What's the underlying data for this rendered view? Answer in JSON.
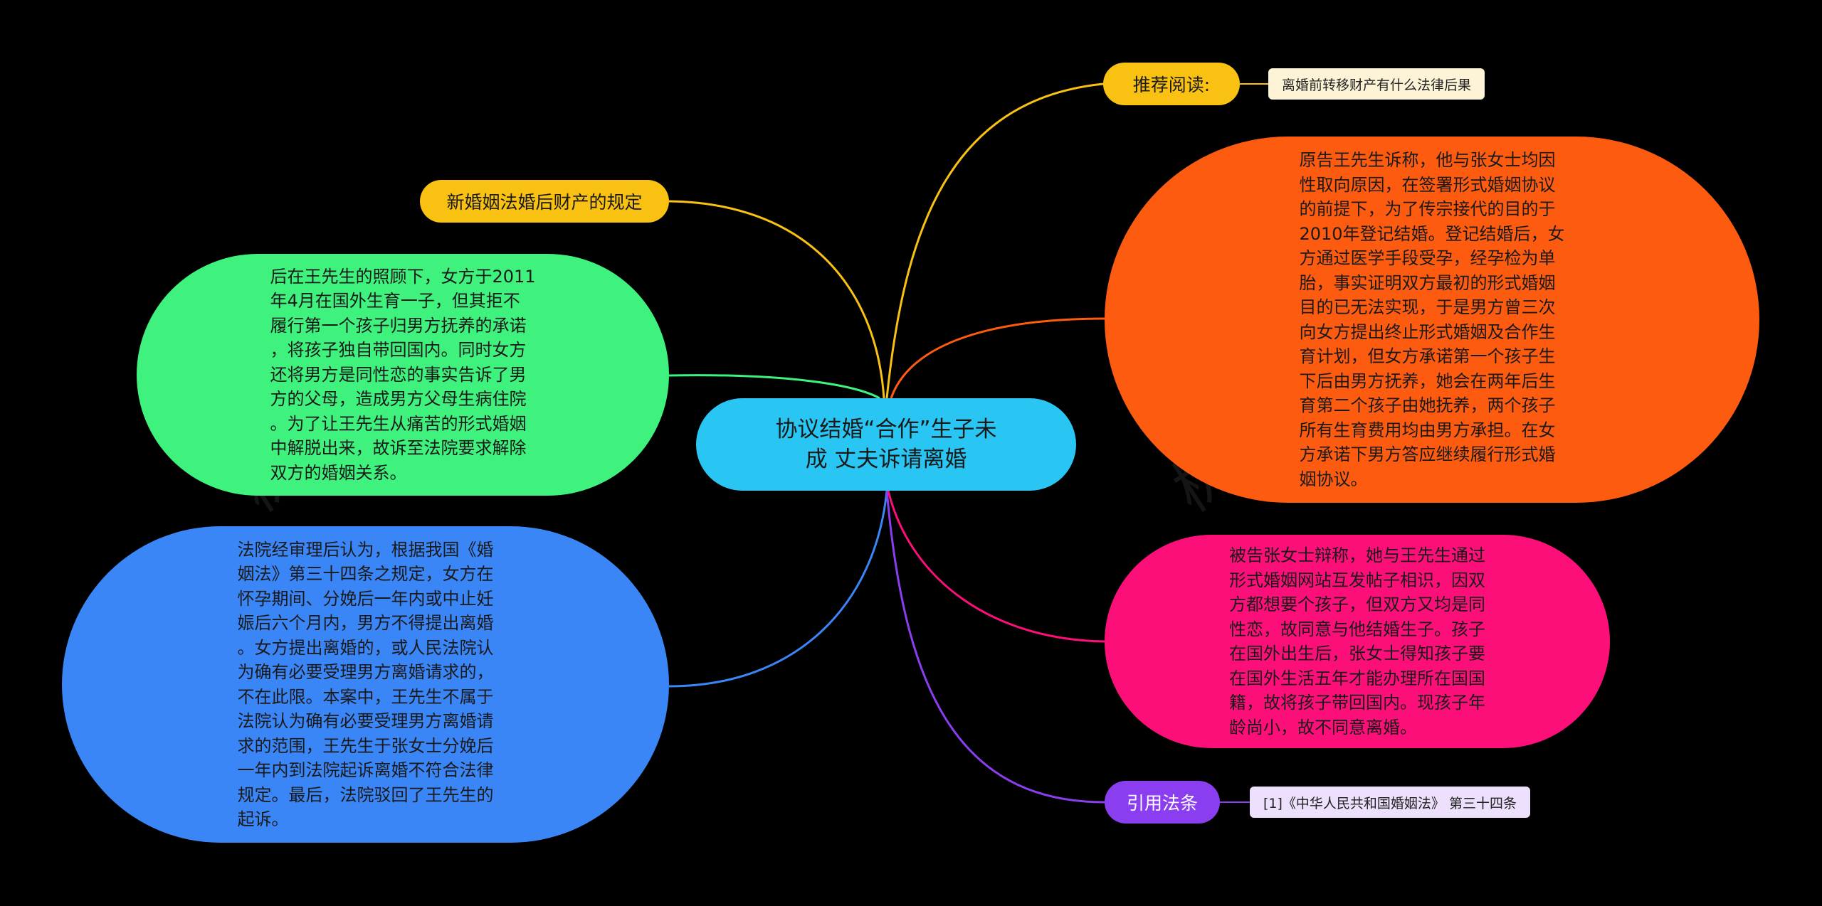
{
  "center": {
    "line1": "协议结婚“合作”生子未",
    "line2": "成 丈夫诉请离婚",
    "color": "#29c6f3"
  },
  "nodes": {
    "recommend": {
      "label": "推荐阅读:",
      "color": "#f9c112"
    },
    "recommend_link": {
      "label": "离婚前转移财产有什么法律后果",
      "color": "#fdf3d6"
    },
    "new_marriage": {
      "label": "新婚姻法婚后财产的规定",
      "color": "#f9c112"
    },
    "green": {
      "lines": [
        "后在王先生的照顾下，女方于2011",
        "年4月在国外生育一子，但其拒不",
        "履行第一个孩子归男方抚养的承诺",
        "，将孩子独自带回国内。同时女方",
        "还将男方是同性恋的事实告诉了男",
        "方的父母，造成男方父母生病住院",
        "。为了让王先生从痛苦的形式婚姻",
        "中解脱出来，故诉至法院要求解除",
        "双方的婚姻关系。"
      ],
      "color": "#3ef27d"
    },
    "blue": {
      "lines": [
        "法院经审理后认为，根据我国《婚",
        "姻法》第三十四条之规定，女方在",
        "怀孕期间、分娩后一年内或中止妊",
        "娠后六个月内，男方不得提出离婚",
        "。女方提出离婚的，或人民法院认",
        "为确有必要受理男方离婚请求的，",
        "不在此限。本案中，王先生不属于",
        "法院认为确有必要受理男方离婚请",
        "求的范围，王先生于张女士分娩后",
        "一年内到法院起诉离婚不符合法律",
        "规定。最后，法院驳回了王先生的",
        "起诉。"
      ],
      "color": "#3b86f7"
    },
    "orange": {
      "lines": [
        "原告王先生诉称，他与张女士均因",
        "性取向原因，在签署形式婚姻协议",
        "的前提下，为了传宗接代的目的于",
        "2010年登记结婚。登记结婚后，女",
        "方通过医学手段受孕，经孕检为单",
        "胎，事实证明双方最初的形式婚姻",
        "目的已无法实现，于是男方曾三次",
        "向女方提出终止形式婚姻及合作生",
        "育计划，但女方承诺第一个孩子生",
        "下后由男方抚养，她会在两年后生",
        "育第二个孩子由她抚养，两个孩子",
        "所有生育费用均由男方承担。在女",
        "方承诺下男方答应继续履行形式婚",
        "姻协议。"
      ],
      "color": "#fd5b0f"
    },
    "pink": {
      "lines": [
        "被告张女士辩称，她与王先生通过",
        "形式婚姻网站互发帖子相识，因双",
        "方都想要个孩子，但双方又均是同",
        "性恋，故同意与他结婚生子。孩子",
        "在国外出生后，张女士得知孩子要",
        "在国外生活五年才能办理所在国国",
        "籍，故将孩子带回国内。现孩子年",
        "龄尚小，故不同意离婚。"
      ],
      "color": "#fc0f78"
    },
    "cite": {
      "label": "引用法条",
      "color": "#8b3ef0"
    },
    "cite_link": {
      "label": "[1]《中华人民共和国婚姻法》 第三十四条",
      "color": "#ece0fc"
    }
  },
  "watermark": "树图shutu.cn"
}
